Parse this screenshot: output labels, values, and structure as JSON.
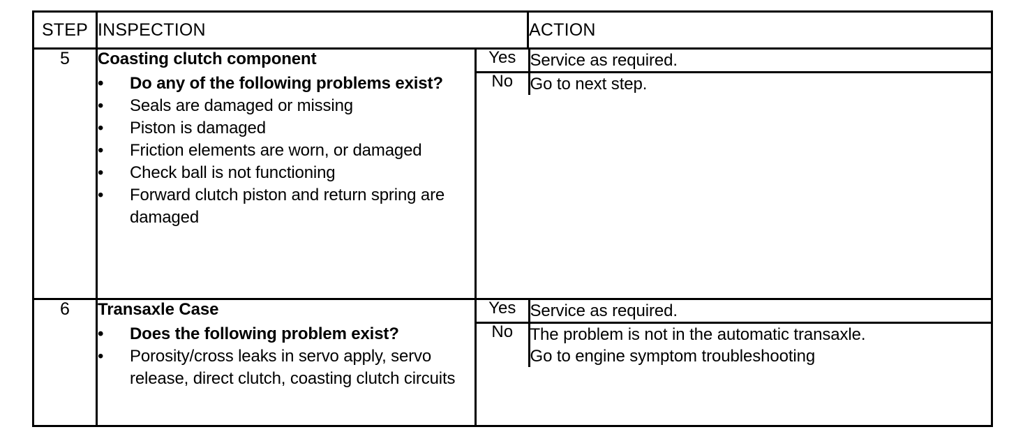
{
  "table": {
    "headers": {
      "step": "STEP",
      "inspection": "INSPECTION",
      "action": "ACTION"
    },
    "rows": [
      {
        "step": "5",
        "inspection": {
          "title": "Coasting clutch component",
          "bullets": [
            {
              "text": "Do any of the following problems exist?",
              "bold": true
            },
            {
              "text": "Seals are damaged or missing",
              "bold": false
            },
            {
              "text": "Piston is damaged",
              "bold": false
            },
            {
              "text": "Friction elements are worn, or damaged",
              "bold": false
            },
            {
              "text": "Check ball is not functioning",
              "bold": false
            },
            {
              "text": "Forward clutch piston and return spring are damaged",
              "bold": false
            }
          ]
        },
        "outcomes": [
          {
            "label": "Yes",
            "action_lines": [
              "Service as required."
            ]
          },
          {
            "label": "No",
            "action_lines": [
              "Go to next step."
            ]
          }
        ]
      },
      {
        "step": "6",
        "inspection": {
          "title": "Transaxle Case",
          "bullets": [
            {
              "text": "Does the following problem exist?",
              "bold": true
            },
            {
              "text": "Porosity/cross leaks in servo apply, servo release, direct clutch, coasting clutch circuits",
              "bold": false
            }
          ]
        },
        "outcomes": [
          {
            "label": "Yes",
            "action_lines": [
              "Service as required."
            ]
          },
          {
            "label": "No",
            "action_lines": [
              "The problem is not in the automatic transaxle.",
              "Go to engine symptom troubleshooting"
            ]
          }
        ]
      }
    ]
  },
  "bullet_glyph": "•",
  "colors": {
    "ink": "#000000",
    "paper": "#ffffff"
  }
}
